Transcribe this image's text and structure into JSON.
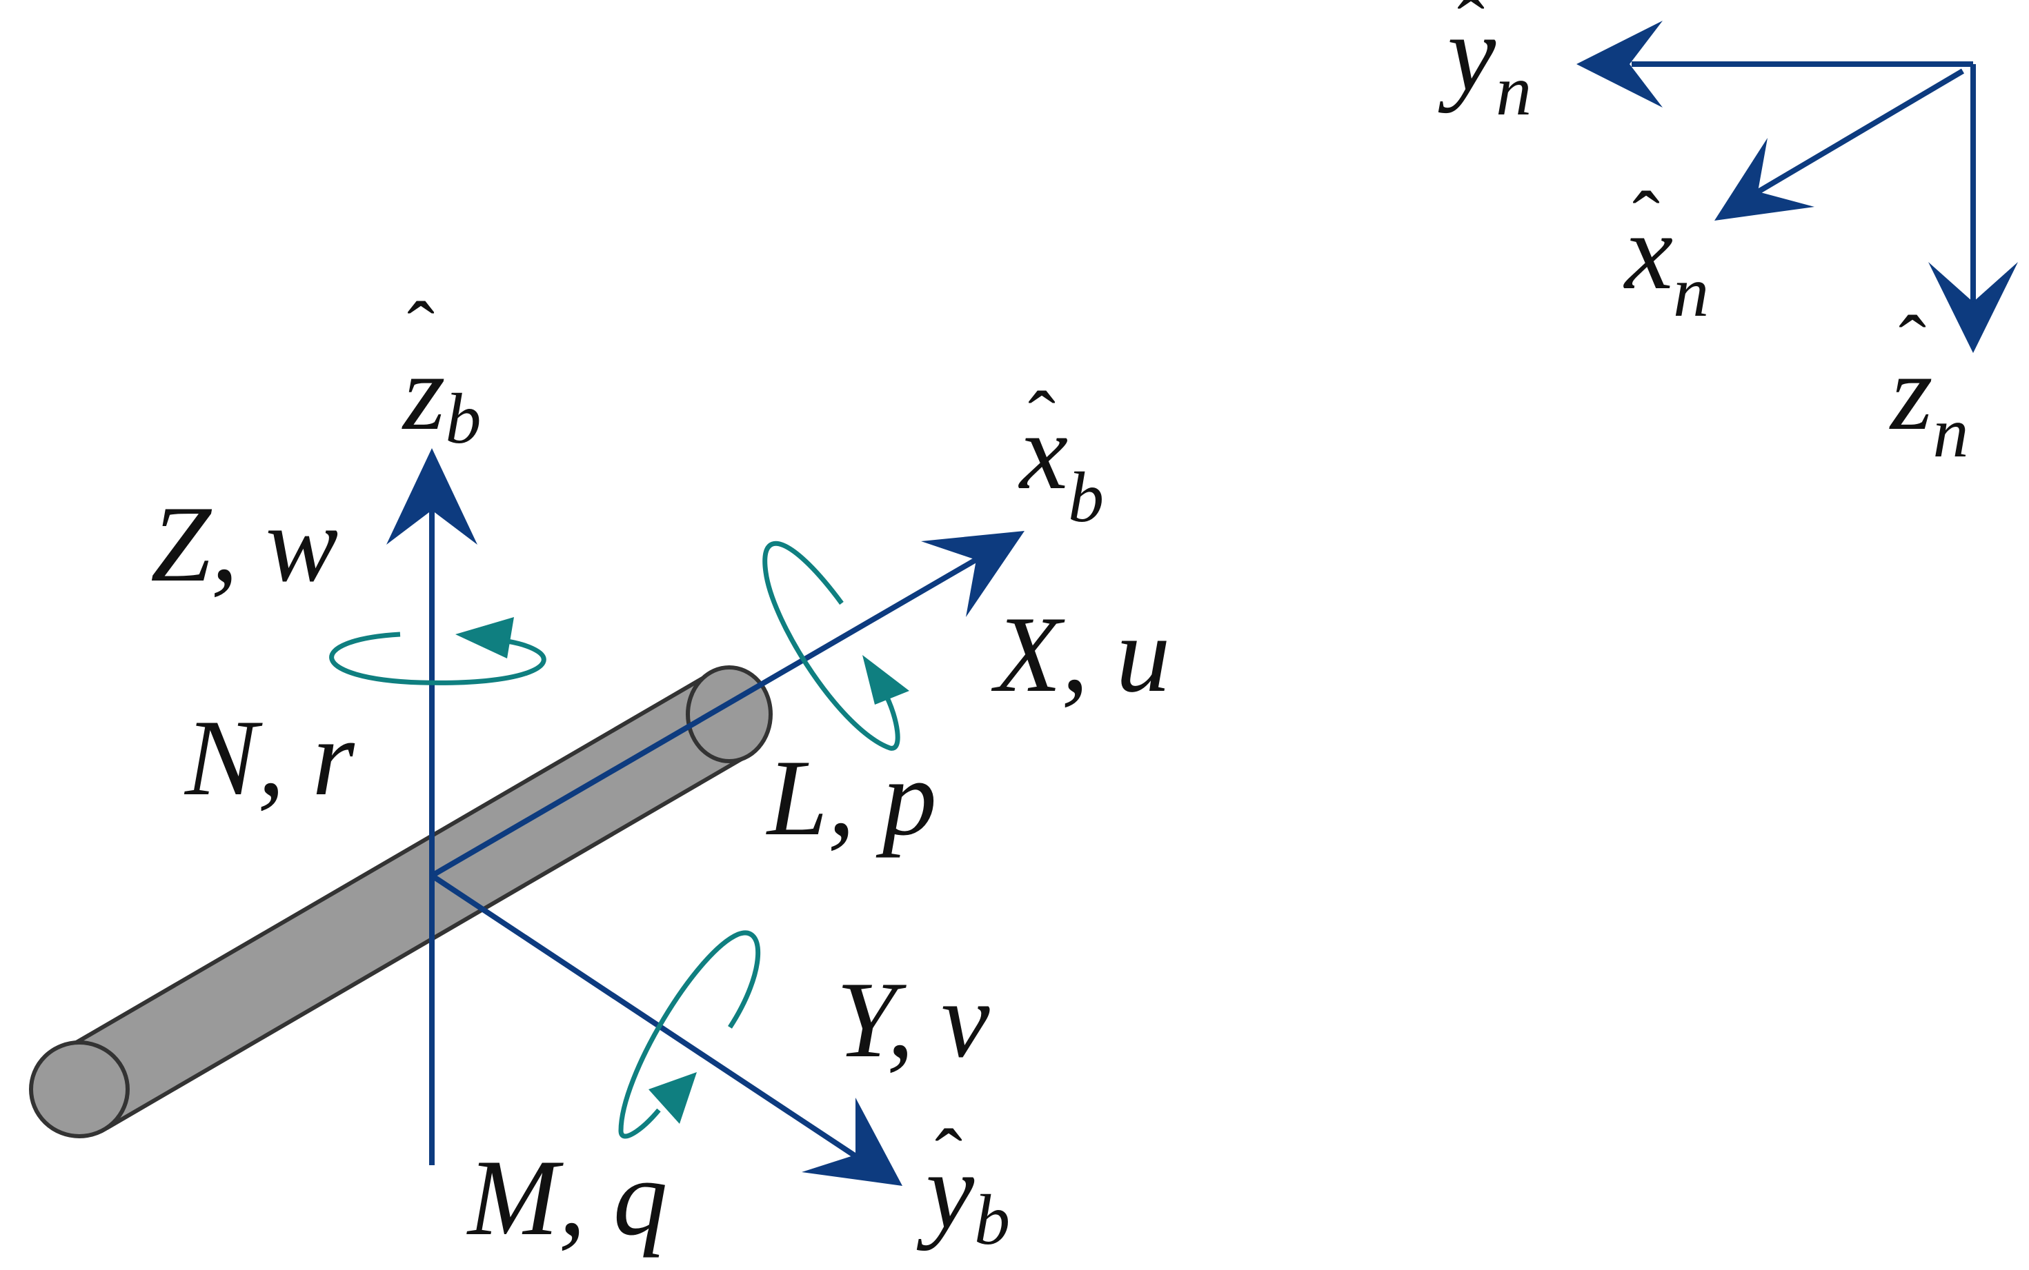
{
  "colors": {
    "axis": "#0d3b7f",
    "rotation": "#0f7f80",
    "body_fill": "#9a9a9a",
    "body_stroke": "#333333"
  },
  "body_frame": {
    "z_axis": {
      "base": "z",
      "sub": "b"
    },
    "x_axis": {
      "base": "x",
      "sub": "b"
    },
    "y_axis": {
      "base": "y",
      "sub": "b"
    },
    "z_force_velocity": "Z, w",
    "z_moment_rate": "N, r",
    "x_force_velocity": "X, u",
    "x_moment_rate": "L, p",
    "y_force_velocity": "Y, v",
    "y_moment_rate": "M, q"
  },
  "nav_frame": {
    "x_axis": {
      "base": "x",
      "sub": "n"
    },
    "y_axis": {
      "base": "y",
      "sub": "n"
    },
    "z_axis": {
      "base": "z",
      "sub": "n"
    }
  }
}
